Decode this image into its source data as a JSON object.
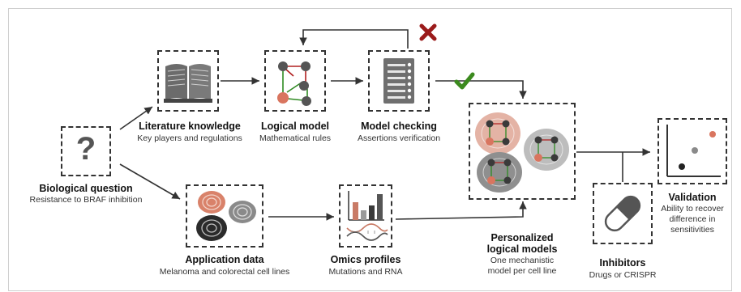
{
  "nodes": {
    "biological_question": {
      "title": "Biological question",
      "subtitle": "Resistance to BRAF inhibition",
      "glyph": "?"
    },
    "literature": {
      "title": "Literature knowledge",
      "subtitle": "Key players and regulations"
    },
    "logical_model": {
      "title": "Logical model",
      "subtitle": "Mathematical rules"
    },
    "model_checking": {
      "title": "Model checking",
      "subtitle": "Assertions verification"
    },
    "application_data": {
      "title": "Application data",
      "subtitle": "Melanoma and colorectal cell lines"
    },
    "omics": {
      "title": "Omics profiles",
      "subtitle": "Mutations and RNA"
    },
    "personalized": {
      "title_line1": "Personalized",
      "title_line2": "logical models",
      "sub_line1": "One mechanistic",
      "sub_line2": "model per cell line"
    },
    "inhibitors": {
      "title": "Inhibitors",
      "subtitle": "Drugs or CRISPR"
    },
    "validation": {
      "title": "Validation",
      "sub_line1": "Ability to recover",
      "sub_line2": "difference in",
      "sub_line3": "sensitivities"
    }
  },
  "icons": {
    "fail": "cross-mark-icon",
    "pass": "check-mark-icon"
  },
  "colors": {
    "arrow": "#333333",
    "node_dark": "#555555",
    "node_salmon": "#d9755f",
    "edge_green": "#2f8a22",
    "edge_red": "#b02020",
    "cross": "#9b1b1b",
    "check": "#3b8a1e",
    "cell_salmon": "#e4b3a5",
    "cell_grey": "#bdbdbd",
    "cell_dark": "#2b2b2b"
  }
}
